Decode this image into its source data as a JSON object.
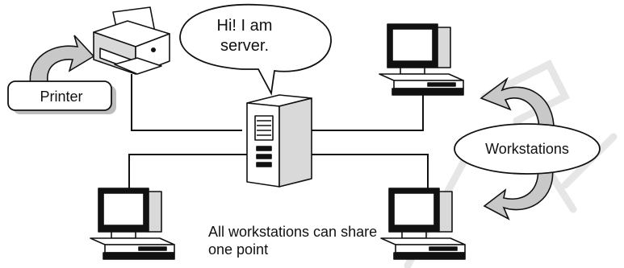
{
  "speech_bubble": {
    "text": "Hi! I am server."
  },
  "printer": {
    "label": "Printer"
  },
  "workstations": {
    "label": "Workstations"
  },
  "caption": {
    "text": "All workstations can share one point"
  },
  "colors": {
    "line": "#111111",
    "arrow_fill": "#c8c8c8",
    "watermark": "#e6e6e6",
    "fill": "#ffffff"
  }
}
